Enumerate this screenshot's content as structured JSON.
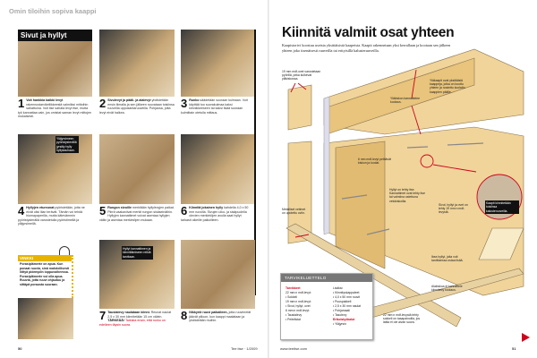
{
  "left_page": {
    "kicker": "Omin tiloihin sopiva kaappi",
    "section_title": "Sivut ja hyllyt",
    "steps": [
      {
        "num": "1",
        "lead": "Voit hankkia kaikki levyt",
        "text": "rakennustarvikeliikkeestä valmiiksi mittoihin sahattuina. Voit itse sahata levyt itse, mutta työ kannattaa vain, jos omistat saman levyt mittojen mukaisesti."
      },
      {
        "num": "2",
        "lead": "Sivulevyt ja pääli- ja alalevyt",
        "text": "yhdistetään ensin liimalla ja sen jälkeen ruuvataan toisiinsa ruuveilla uppokantaruuveilla. Pohjaosa, jotta levyt eivät halkea."
      },
      {
        "num": "3",
        "lead": "Runko",
        "text": "säädetään suoraan kulmaan. Voit käyttää tuo suorakulmaa kaksi kiinnikkeeseen tai kaksi lisää suoraan kulmittain otetulla mittaus."
      },
      {
        "num": "4",
        "lead": "Hyllyjen etureunat",
        "text": "pyöristetään, jotta ne eivät olisi liian terävät. Tämän voi tehdä hiomapaperilla, mutta kätevämmin pyöristysterällä varustetulla pyöristimellä ja yläjyrsimellä."
      },
      {
        "num": "5",
        "lead": "Rungon sivuille",
        "text": "merkitään hyllylevyjen paikat. Piirrä vaakaviivat merkit rungon sisäseinäihin. Hyllyjen kannattimet voivat asentaa hyllyjen väliin ja asentaa merkintöjen mukaan."
      },
      {
        "num": "6",
        "lead": "Kiinnitä jokainen hylly",
        "text": "kahdella 4,0 x 50 mm ruuvilla. Sivujen ulko- ja sisäpuolella olevien merkintöjen avulla saat hyllyt tarkasti oikeille paikoilleen."
      },
      {
        "num": "7",
        "lead": "Taustalevy naulataan kiinni.",
        "text": "Reunat naulat 2,5 x 30 mm kiinnitetään 15 cm välein.",
        "warn_lead": "TÄRKEÄÄ!",
        "warn": "Tarkista ensin, että runko on edelleen täysin suora."
      },
      {
        "num": "8",
        "lead": "Nikkyröi ruuvi paikalleen,",
        "text": "jotta ruuvinreiät jäävät piiloon, kun kaappi maalataan ja yhdistetään muihin."
      }
    ],
    "overlay_4": "Yläjyrsimeen pyöristysterällä jyrsitty hylly hyllykauhaan.",
    "overlay_7": "Hyllyt kannattimen ja kiinnittämiseen reikiä tarvitaan.",
    "vinkki": {
      "title": "VINKKI",
      "text": "Porasiplämerte on apua. Kun ponaat ruuvia, sinä mahdollisesti liittyä pidempiin loppuvaiheessa. Porasiplämerte voi olla apua. Ruuvia, jotta ruuvi ohjautuu ja sittäpä porausta suoraan."
    },
    "page_number": "50",
    "issue": "Tee itse · 1/2009"
  },
  "right_page": {
    "title": "Kiinnitä valmiit osat yhteen",
    "intro": "Kaapistorivi koostuu useista yksittäisistä kaapeista. Kaapit rakennetaan yksi kerrallaan ja kootaan sen jälkeen yhteen joko itsenäisesti ruuveilla tai erityisillä kalusteruuveilla.",
    "callouts": [
      "19 mm mdf-ovet varustetaan pyörillä, jotka kulkevat yläkiskossa.",
      "Yläkaapit ovat yksittäisiä kaappeja, jotka on koottu yhteen ja nostettu koolattu kaappien päälle.",
      "Yläkiskon kannattelee koolaus.",
      "6 mm mdf-levyt peittävät kiskon ja koolat.",
      "Metalliset vetimet on upotettu oviin.",
      "Hyllyt on tehty itse. Kannattimet ovat tehty itse tai valmiina ostettuna vetokiskoilla.",
      "Sivut, hyllyt ja ovet on tehty 19 mm:n mdf-levystä.",
      "Ikea hyllyt, joita voit tarvittaessa ostaa lisää.",
      "Alakiskoa ei kannattele kiinnitetty koolaus.",
      "22 mm:n mdf-levystä tehty sokkeli on tasapainoilla, jos lattia ei ole aivan suora.",
      "Kaapit kiinnitetään toisiinsa kalusteruuveilla."
    ],
    "materials": {
      "title": "TARVIKELUETTELO",
      "col1": [
        {
          "heading": "Tarvikkeet"
        },
        {
          "text": "22 mm:n mdf-levyt:"
        },
        {
          "text": "• Sokkeli"
        },
        {
          "text": "19 mm:n mdf-levyt:"
        },
        {
          "text": "• Sivut, hyllyt, ovet"
        },
        {
          "text": "6 mm:n mdf-levyt:"
        },
        {
          "text": "• Taustalevy"
        },
        {
          "text": "• Peitelistat"
        }
      ],
      "col2": [
        {
          "text": "Lisäksi:"
        },
        {
          "text": "• Kiinnityskappaleet"
        },
        {
          "text": "• 4,0 x 50 mm ruuvit"
        },
        {
          "text": "• Puuspakkeli"
        },
        {
          "text": "• 2,5 x 30 mm naulat"
        },
        {
          "text": "• Pohjamaali"
        },
        {
          "text": "• Tasolevy"
        },
        {
          "heading": "Erikoistyökalut"
        },
        {
          "text": "• Yläjyrsin"
        }
      ]
    },
    "website": "www.teeitse.com",
    "page_number": "51"
  }
}
